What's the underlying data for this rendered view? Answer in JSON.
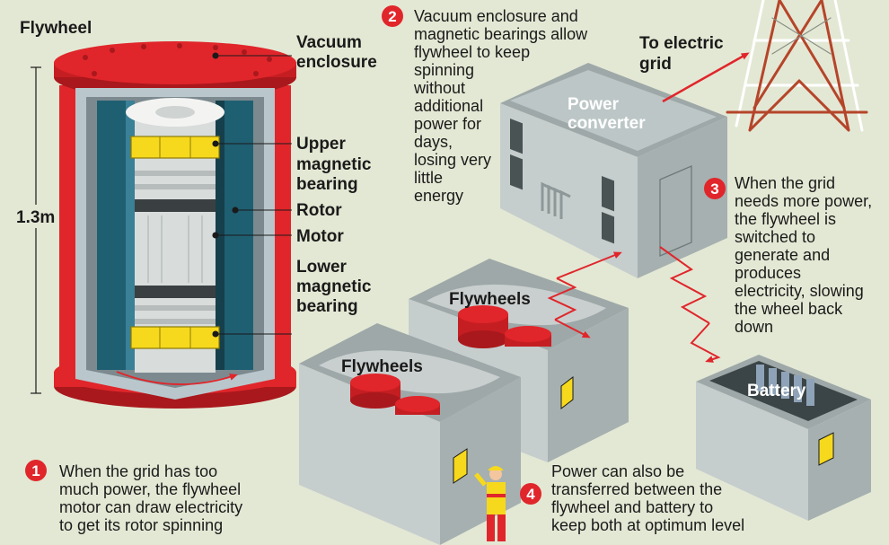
{
  "flywheel": {
    "title": "Flywheel",
    "height_label": "1.3m",
    "labels": {
      "vacuum": [
        "Vacuum",
        "enclosure"
      ],
      "upper": [
        "Upper",
        "magnetic",
        "bearing"
      ],
      "rotor": "Rotor",
      "motor": "Motor",
      "lower": [
        "Lower",
        "magnetic",
        "bearing"
      ]
    }
  },
  "steps": [
    {
      "num": "1",
      "lines": [
        "When the grid has too",
        "much power, the flywheel",
        "motor can draw electricity",
        "to get its rotor spinning"
      ]
    },
    {
      "num": "2",
      "lines": [
        "Vacuum enclosure and",
        "magnetic bearings allow",
        "flywheel to keep",
        "spinning",
        "without",
        "additional",
        "power for",
        "days,",
        "losing very",
        "little",
        "energy"
      ]
    },
    {
      "num": "3",
      "lines": [
        "When the grid",
        "needs more power,",
        "the flywheel is",
        "switched to",
        "generate and",
        "produces",
        "electricity, slowing",
        "the wheel back",
        "down"
      ]
    },
    {
      "num": "4",
      "lines": [
        "Power can also be",
        "transferred between the",
        "flywheel and battery to",
        "keep both at optimum level"
      ]
    }
  ],
  "labels": {
    "power_converter": [
      "Power",
      "converter"
    ],
    "to_grid": [
      "To electric",
      "grid"
    ],
    "flywheels_back": "Flywheels",
    "flywheels_front": "Flywheels",
    "battery": "Battery"
  },
  "colors": {
    "background": "#e3e8d4",
    "enclosure_red": "#e0262b",
    "bearing_yellow": "#f6d91c",
    "casing_teal": "#1f5f72",
    "step_number": "#e0262b"
  }
}
